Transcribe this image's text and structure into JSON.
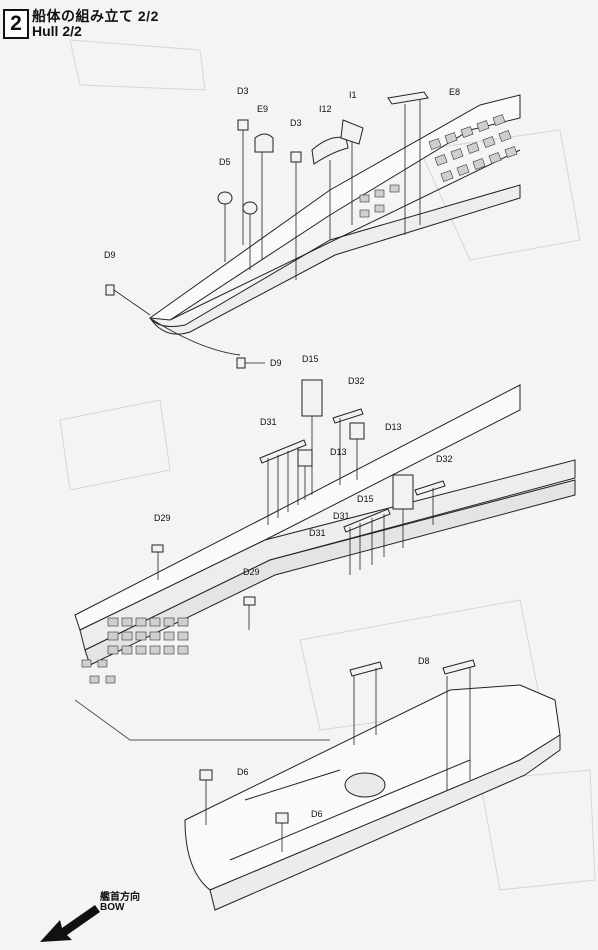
{
  "header": {
    "step_number": "2",
    "title_jp": "船体の組み立て 2/2",
    "title_en": "Hull 2/2"
  },
  "labels": {
    "d3": "D3",
    "e9": "E9",
    "i12": "I12",
    "i1": "I1",
    "e8": "E8",
    "d5": "D5",
    "d9": "D9",
    "d15": "D15",
    "d32": "D32",
    "d31": "D31",
    "d13": "D13",
    "d29": "D29",
    "d8": "D8",
    "d6": "D6"
  },
  "direction": {
    "jp": "艦首方向",
    "en": "BOW"
  }
}
